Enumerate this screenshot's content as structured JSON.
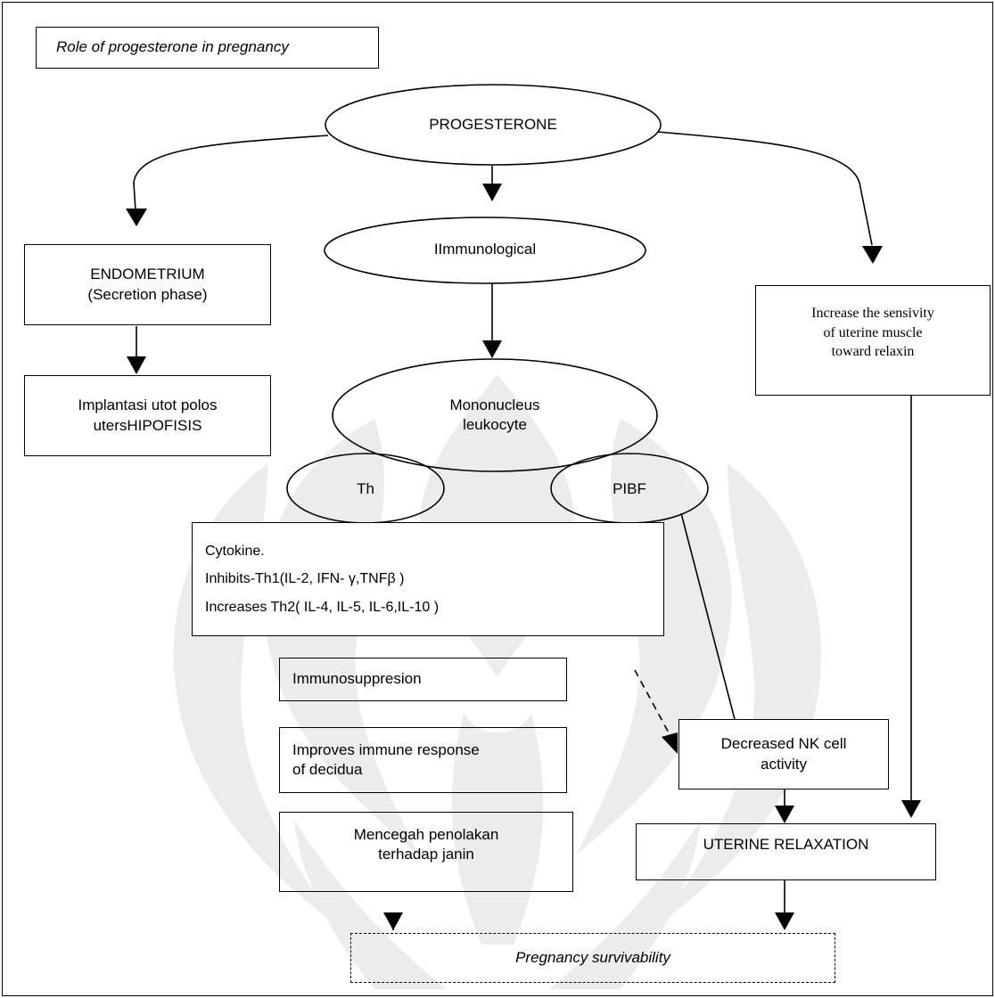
{
  "title": "Role of progesterone in pregnancy",
  "nodes": {
    "progesterone": "PROGESTERONE",
    "immunological": "IImmunological",
    "endometrium_line1": "ENDOMETRIUM",
    "endometrium_line2": "(Secretion phase)",
    "implantasi_line1": "Implantasi utot polos",
    "implantasi_line2": "utersHIPOFISIS",
    "uterine_muscle_line1": "Increase the sensivity",
    "uterine_muscle_line2": "of uterine muscle",
    "uterine_muscle_line3": "toward relaxin",
    "mononucleus_line1": "Mononucleus",
    "mononucleus_line2": "leukocyte",
    "th": "Th",
    "pibf": "PIBF",
    "cytokine_line1": "Cytokine.",
    "cytokine_line2": "Inhibits-Th1(IL-2, IFN- γ,TNFβ )",
    "cytokine_line3": "Increases Th2( IL-4, IL-5, IL-6,IL-10 )",
    "immunosuppresion": "Immunosuppresion",
    "improves_line1": "Improves immune response",
    "improves_line2": "of decidua",
    "mencegah_line1": "Mencegah penolakan",
    "mencegah_line2": "terhadap janin",
    "nk_line1": "Decreased NK cell",
    "nk_line2": "activity",
    "uterine_relaxation": "UTERINE RELAXATION",
    "pregnancy_survivability": "Pregnancy survivability"
  },
  "colors": {
    "stroke": "#000000",
    "watermark": "#eeeeee",
    "background": "#ffffff"
  }
}
